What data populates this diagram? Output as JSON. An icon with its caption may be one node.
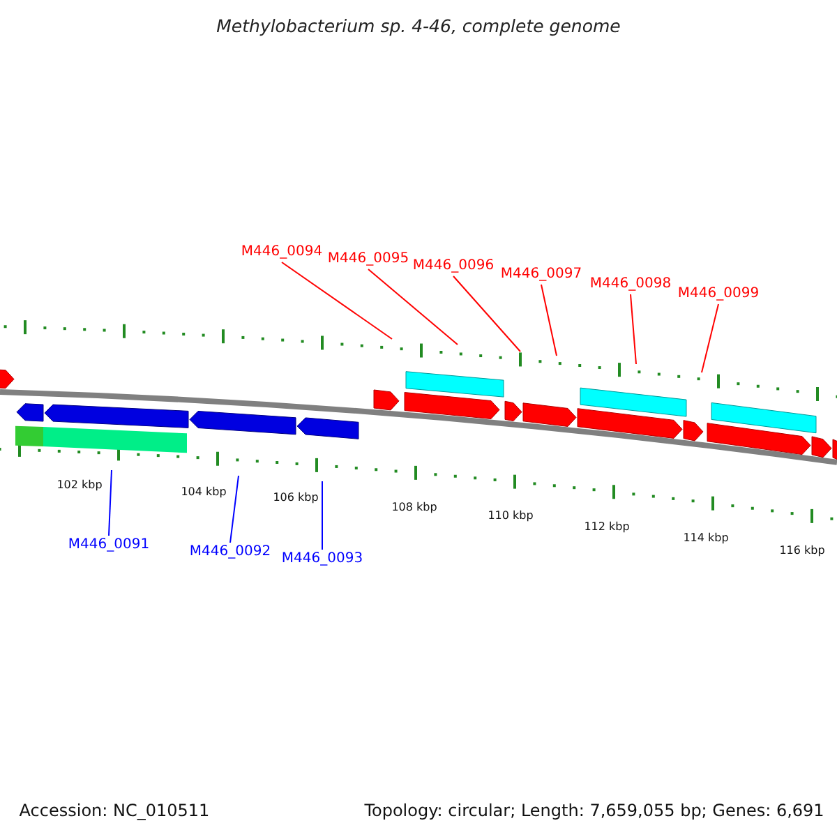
{
  "diagram": {
    "title": "Methylobacterium sp. 4-46, complete genome",
    "nodes": [
      {
        "text": [
          "M446_0094"
        ]
      },
      {
        "text": [
          "M446_0095"
        ]
      },
      {
        "text": [
          "M446_0096"
        ]
      },
      {
        "text": [
          "M446_0097"
        ]
      },
      {
        "text": [
          "M446_0098"
        ]
      },
      {
        "text": [
          "M446_0099"
        ]
      },
      {
        "text": [
          "M446_0091"
        ]
      },
      {
        "text": [
          "M446_0092"
        ]
      },
      {
        "text": [
          "M446_0093"
        ]
      }
    ],
    "edges": [
      {
        "from": 0,
        "to": null,
        "arrow": "none"
      },
      {
        "from": 1,
        "to": null,
        "arrow": "none"
      },
      {
        "from": 2,
        "to": null,
        "arrow": "none"
      },
      {
        "from": 3,
        "to": null,
        "arrow": "none"
      },
      {
        "from": 4,
        "to": null,
        "arrow": "none"
      },
      {
        "from": 5,
        "to": null,
        "arrow": "none"
      },
      {
        "from": 6,
        "to": null,
        "arrow": "none",
        "color": "#0000ff"
      },
      {
        "from": 7,
        "to": null,
        "arrow": "none",
        "color": "#0000ff"
      },
      {
        "from": 8,
        "to": null,
        "arrow": "none",
        "color": "#0000ff"
      }
    ],
    "labels": [
      "102 kbp",
      "104 kbp",
      "106 kbp",
      "108 kbp",
      "110 kbp",
      "112 kbp",
      "114 kbp",
      "116 kbp",
      "Accession: NC_010511",
      "Topology: circular; Length: 7,659,055 bp; Genes: 6,691"
    ]
  }
}
